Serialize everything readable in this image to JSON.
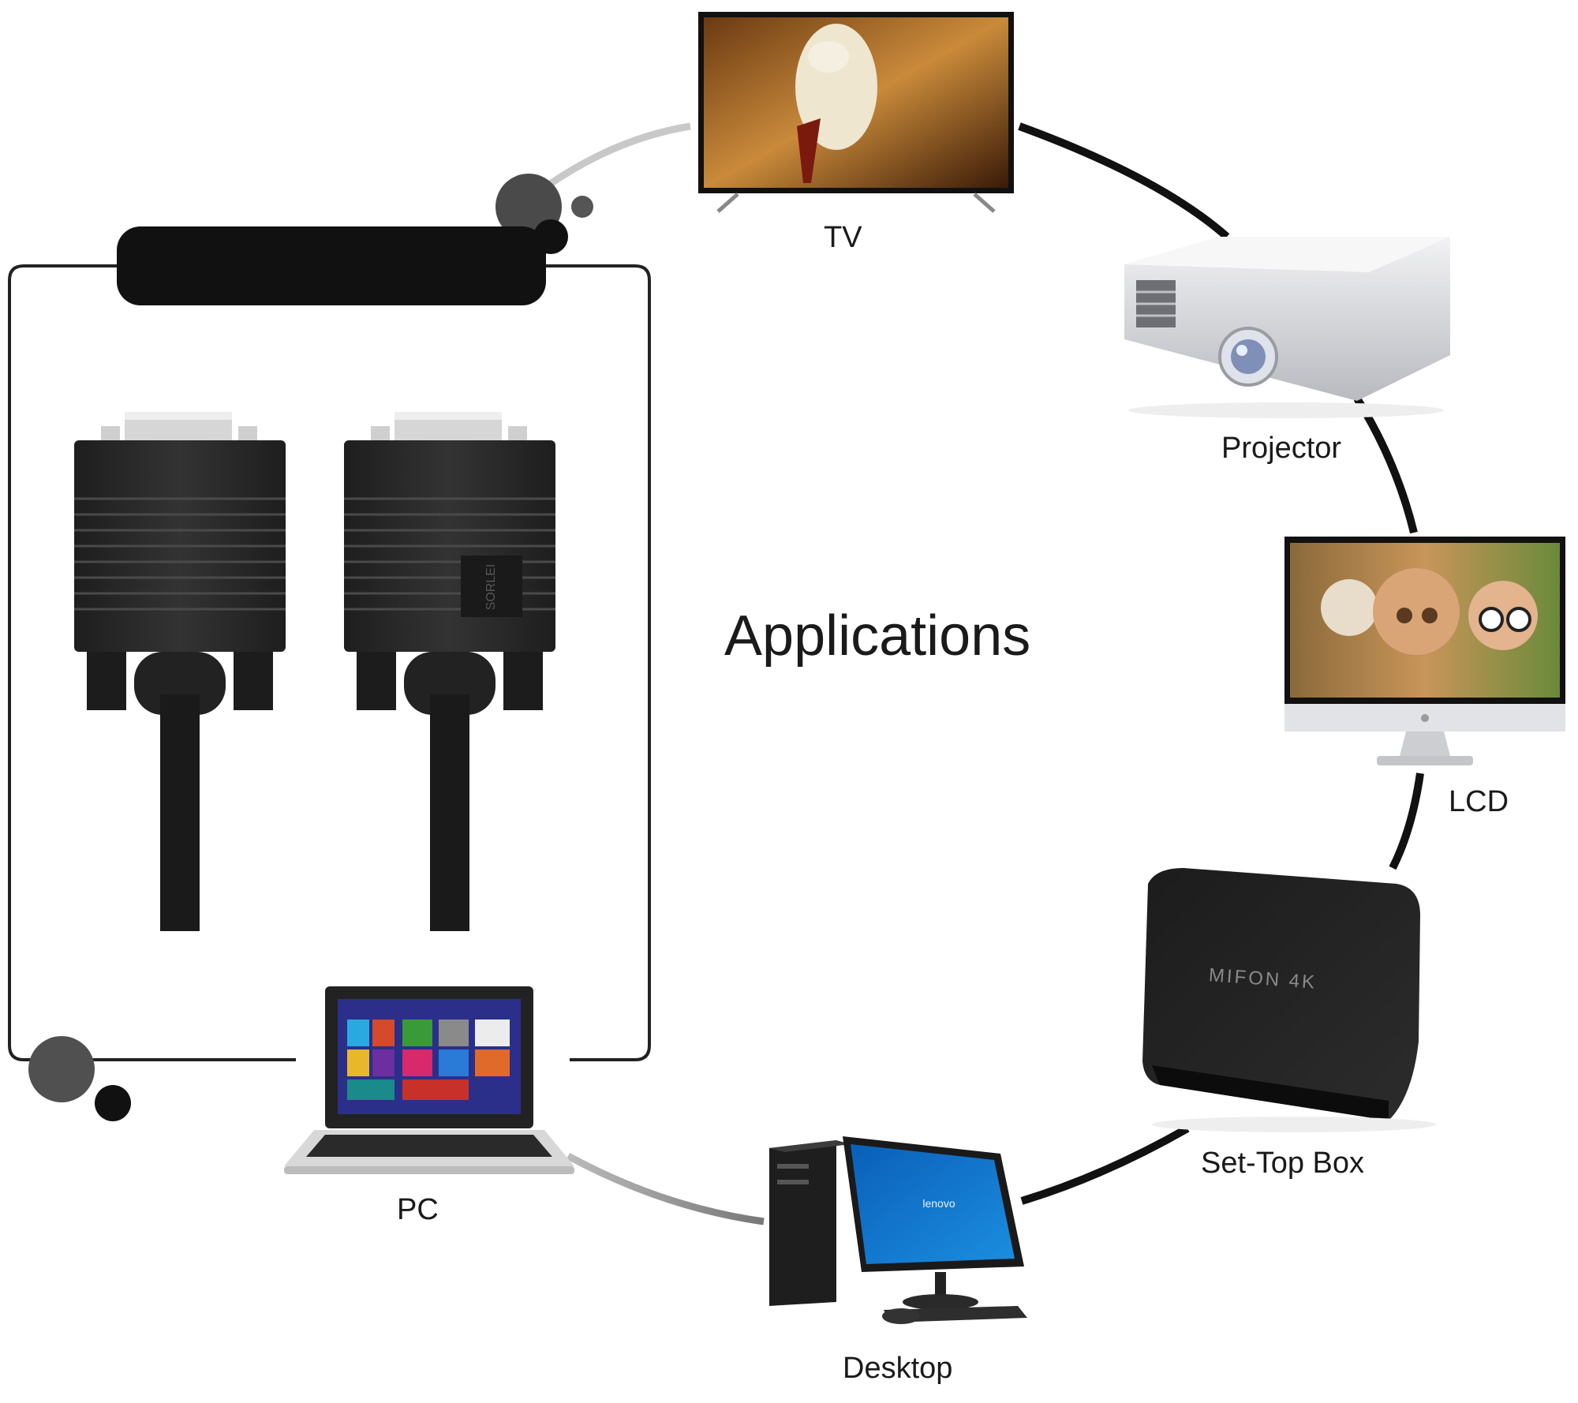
{
  "heading": "Applications",
  "devices": {
    "tv": "TV",
    "projector": "Projector",
    "lcd": "LCD",
    "set_top_box": "Set-Top Box",
    "desktop": "Desktop",
    "pc": "PC"
  },
  "brands": {
    "connector": "SORLEI",
    "set_top_box": "MIFON 4K",
    "desktop_screen": "lenovo"
  },
  "colors": {
    "cable": "#111111",
    "connector_body": "#2a2a2a",
    "frame": "#222222"
  }
}
